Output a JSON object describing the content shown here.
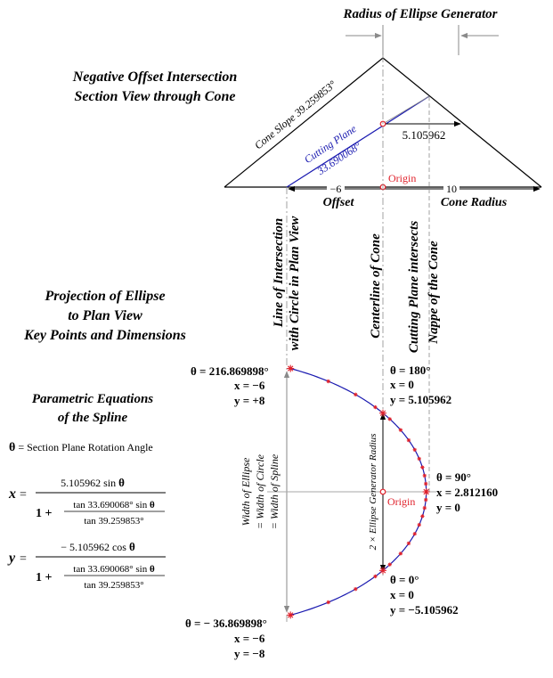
{
  "top": {
    "radius_title": "Radius of Ellipse Generator",
    "section_title_1": "Negative Offset Intersection",
    "section_title_2": "Section View through Cone",
    "cone_slope": "Cone Slope 39.259853°",
    "cutting_plane_1": "Cutting Plane",
    "cutting_plane_2": "33.690068°",
    "radius_value": "5.105962",
    "origin": "Origin",
    "offset_value": "6",
    "offset_label": "Offset",
    "cone_radius_value": "10",
    "cone_radius_label": "Cone Radius"
  },
  "vertical_labels": {
    "line_of_intersection_1": "Line of Intersection",
    "line_of_intersection_2": "with Circle in Plan View",
    "centerline": "Centerline of Cone",
    "cutting_plane_intersects_1": "Cutting Plane intersects",
    "cutting_plane_intersects_2": "Nappe of the Cone"
  },
  "left": {
    "projection_1": "Projection of Ellipse",
    "projection_2": "to Plan View",
    "projection_3": "Key Points and Dimensions",
    "parametric_1": "Parametric Equations",
    "parametric_2": "of the Spline",
    "theta_def_sym": "θ",
    "theta_def_text": " = Section Plane Rotation Angle",
    "x_var": "x",
    "y_var": "y",
    "eq_sign": "=",
    "x_numerator": "5.105962",
    "sin": "sin",
    "cos": "cos",
    "theta": "θ",
    "y_numerator": "− 5.105962",
    "one_plus": "1 +",
    "tan_num": "tan 33.690068°",
    "tan_den": "tan 39.259853°"
  },
  "plan_labels": {
    "width_1": "Width of Ellipse",
    "width_2": "= Width of Circle",
    "width_3": "= Width of Spline",
    "generator_radius": "2 × Ellipse Generator Radius",
    "origin": "Origin"
  },
  "key_points": {
    "p_216": {
      "theta": "θ = 216.869898°",
      "x": "x = −6",
      "y": "y = +8"
    },
    "p_180": {
      "theta": "θ = 180°",
      "x": "x = 0",
      "y": "y = 5.105962"
    },
    "p_90": {
      "theta": "θ = 90°",
      "x": "x = 2.812160",
      "y": "y = 0"
    },
    "p_0": {
      "theta": "θ = 0°",
      "x": "x = 0",
      "y": "y = −5.105962"
    },
    "p_m36": {
      "theta": "θ = − 36.869898°",
      "x": "x = −6",
      "y": "y = −8"
    }
  },
  "colors": {
    "curve": "#1a1ab0",
    "cutting_plane": "#1a1ab0",
    "markers": "#e0202a",
    "origin_text": "#e0202a",
    "lines": "#000000",
    "grey_lines": "#8a8a8a"
  }
}
